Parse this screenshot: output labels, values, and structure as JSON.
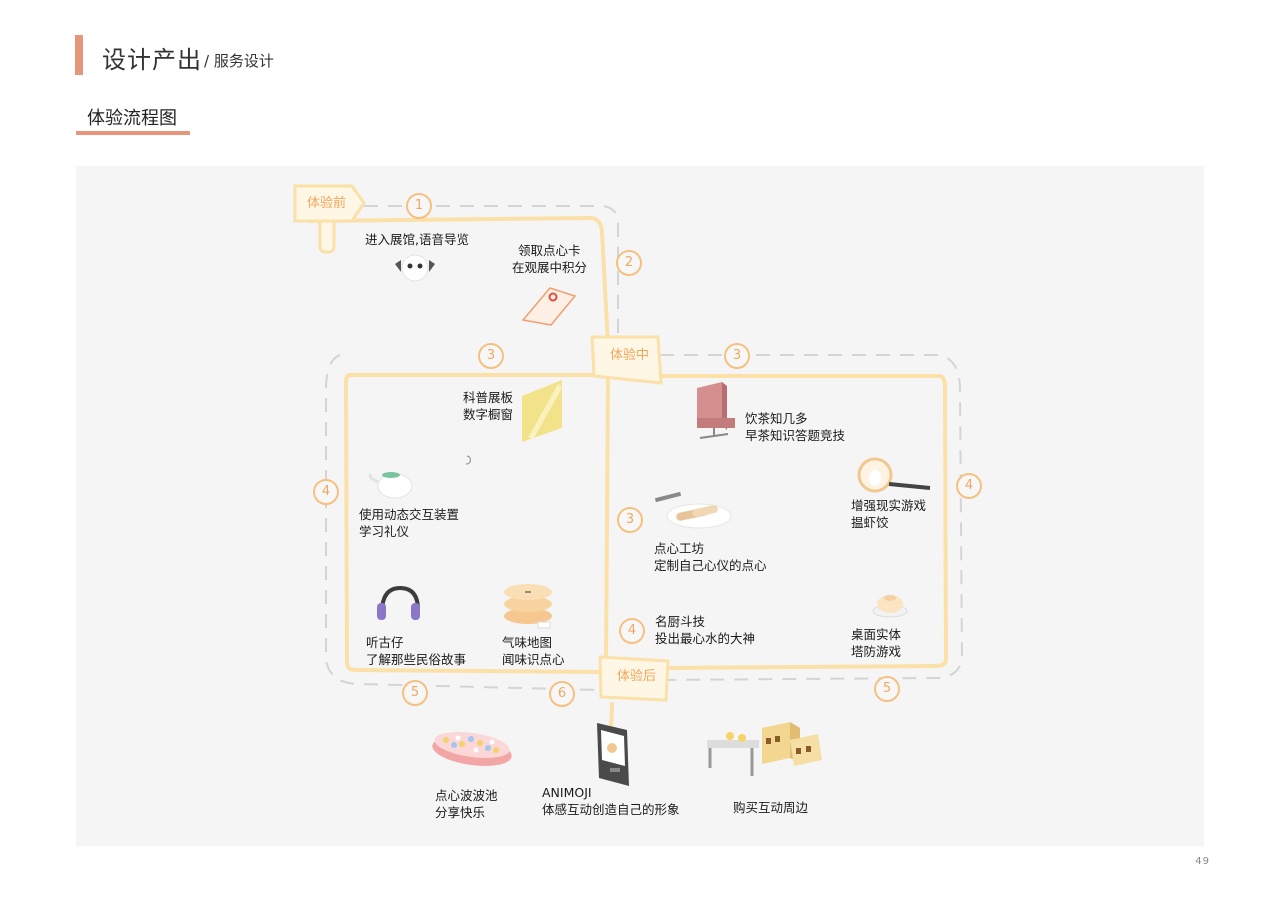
{
  "header": {
    "title": "设计产出",
    "subtitle": "/ 服务设计",
    "section_title": "体验流程图",
    "page_number": "49"
  },
  "colors": {
    "accent": "#e8967a",
    "path": "#fbe0a8",
    "marker": "#f5c080",
    "panel": "#f5f5f5"
  },
  "stages": {
    "before": "体验前",
    "during": "体验中",
    "after": "体验后"
  },
  "steps": {
    "s1": "1",
    "s2": "2",
    "s3a": "3",
    "s3b": "3",
    "s3c": "3",
    "s4a": "4",
    "s4b": "4",
    "s4c": "4",
    "s5a": "5",
    "s5b": "5",
    "s6": "6"
  },
  "items": {
    "enter": {
      "line1": "进入展馆,语音导览",
      "icon": "robot-guide-icon"
    },
    "card": {
      "line1": "领取点心卡",
      "line2": "在观展中积分",
      "icon": "dim-sum-card-icon"
    },
    "board": {
      "line1": "科普展板",
      "line2": "数字橱窗",
      "icon": "display-board-icon"
    },
    "teapot": {
      "line1": "使用动态交互装置",
      "line2": "学习礼仪",
      "icon": "teapot-icon"
    },
    "headphones": {
      "line1": "听古仔",
      "line2": "了解那些民俗故事",
      "icon": "headphones-icon"
    },
    "smell": {
      "line1": "气味地图",
      "line2": "闻味识点心",
      "icon": "smell-map-icon"
    },
    "quiz": {
      "line1": "饮茶知几多",
      "line2": "早茶知识答题竞技",
      "icon": "quiz-chair-icon"
    },
    "workshop": {
      "line1": "点心工坊",
      "line2": "定制自己心仪的点心",
      "icon": "dim-sum-plate-icon"
    },
    "ar": {
      "line1": "增强现实游戏",
      "line2": "揾虾饺",
      "icon": "magnifier-icon"
    },
    "chef": {
      "line1": "名厨斗技",
      "line2": "投出最心水的大神"
    },
    "tower": {
      "line1": "桌面实体",
      "line2": "塔防游戏",
      "icon": "bun-icon"
    },
    "ballpit": {
      "line1": "点心波波池",
      "line2": "分享快乐",
      "icon": "ball-pit-icon"
    },
    "animoji": {
      "line1": "ANIMOJI",
      "line2": "体感互动创造自己的形象",
      "icon": "kiosk-icon"
    },
    "shop": {
      "line1": "购买互动周边",
      "icon": "shop-stall-icon"
    }
  }
}
